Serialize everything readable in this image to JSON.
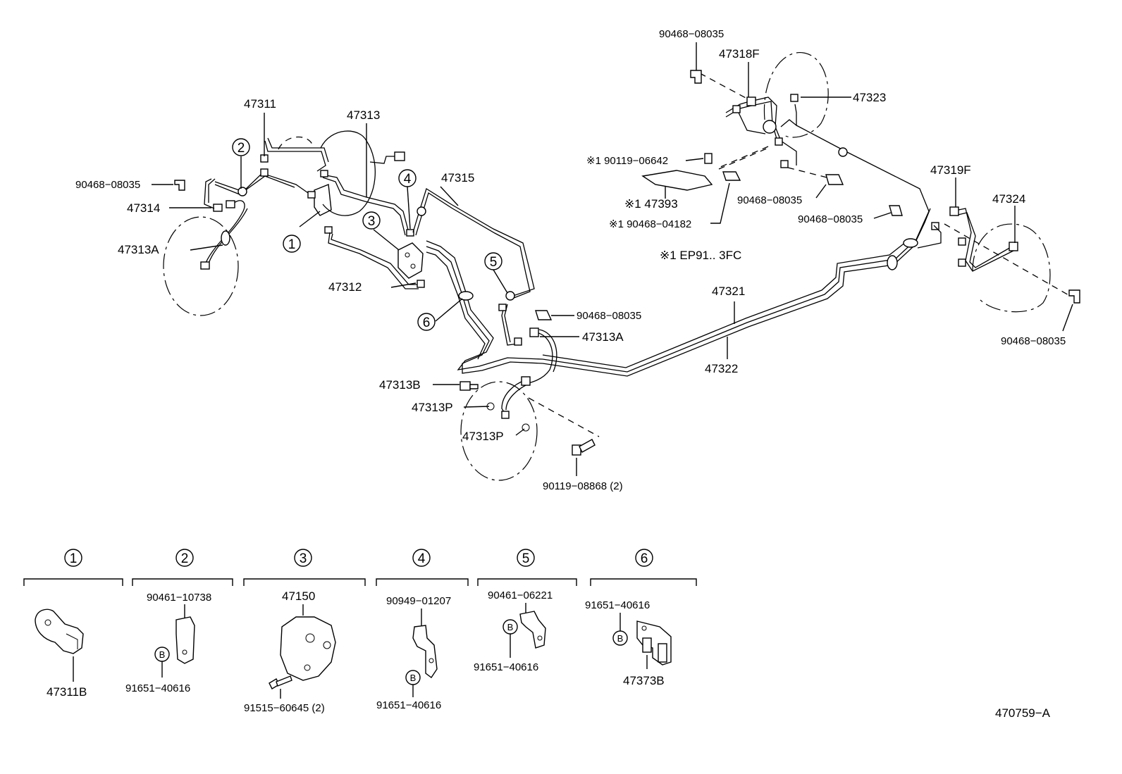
{
  "diagram_id": "470759−A",
  "note": "※1 EP91.. 3FC",
  "labels": {
    "p90468_08035_left": "90468−08035",
    "p47314": "47314",
    "p47313A_left": "47313A",
    "p47311": "47311",
    "p47313": "47313",
    "p47312": "47312",
    "p47315": "47315",
    "p90468_08035_mid": "90468−08035",
    "p47313A_mid": "47313A",
    "p47313B": "47313B",
    "p47313P_1": "47313P",
    "p47313P_2": "47313P",
    "p90119_08868": "90119−08868 (2)",
    "p47321": "47321",
    "p47322": "47322",
    "p90468_08035_top": "90468−08035",
    "p47318F": "47318F",
    "p47323": "47323",
    "p90119_06642": "※1 90119−06642",
    "p147393": "※1 47393",
    "p190468_04182": "※1 90468−04182",
    "p90468_08035_r1": "90468−08035",
    "p90468_08035_r2": "90468−08035",
    "p47319F": "47319F",
    "p47324": "47324",
    "p90468_08035_r3": "90468−08035"
  },
  "callouts": [
    "1",
    "2",
    "3",
    "4",
    "5",
    "6"
  ],
  "details": [
    {
      "num": "1",
      "parts": [
        "47311B"
      ]
    },
    {
      "num": "2",
      "parts": [
        "90461−10738",
        "91651−40616"
      ],
      "badge": "B"
    },
    {
      "num": "3",
      "parts": [
        "47150",
        "91515−60645 (2)"
      ]
    },
    {
      "num": "4",
      "parts": [
        "90949−01207",
        "91651−40616"
      ],
      "badge": "B"
    },
    {
      "num": "5",
      "parts": [
        "90461−06221",
        "91651−40616"
      ],
      "badge": "B"
    },
    {
      "num": "6",
      "parts": [
        "91651−40616",
        "47373B"
      ],
      "badge": "B"
    }
  ]
}
